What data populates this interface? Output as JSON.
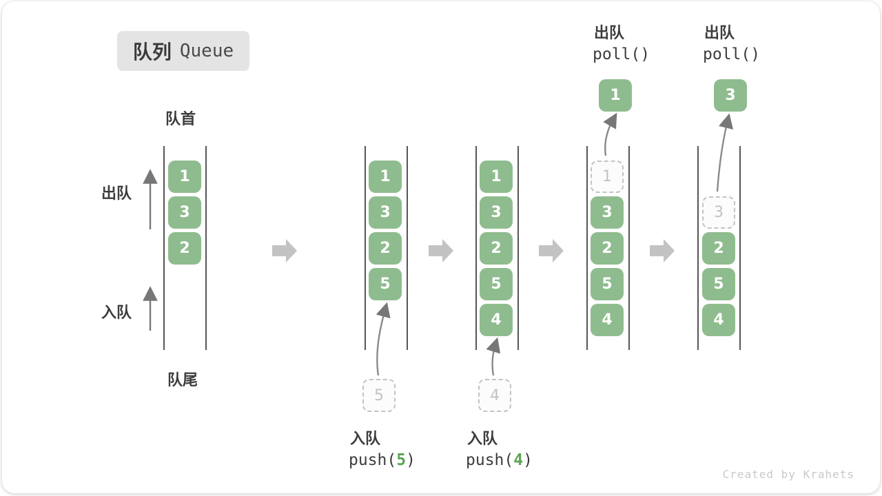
{
  "title": {
    "zh": "队列",
    "en": "Queue"
  },
  "side_labels": {
    "front": "队首",
    "rear": "队尾",
    "dequeue": "出队",
    "enqueue": "入队"
  },
  "watermark": "Created by Krahets",
  "colors": {
    "cell_green": "#8FBC8F",
    "code_arg_green": "#5BA554",
    "block_arrow_gray": "#C3C3C3",
    "small_arrow_gray": "#777777",
    "ghost_border_gray": "#C3C3C3",
    "badge_bg": "#E4E4E4",
    "text_dark": "#3C3C3C",
    "wall_gray": "#555555"
  },
  "steps": [
    {
      "cells": {
        "s1": "1",
        "s2": "3",
        "s3": "2"
      }
    },
    {
      "cells": {
        "s1": "1",
        "s2": "3",
        "s3": "2",
        "s4": "5"
      },
      "incoming": "5",
      "op": {
        "zh": "入队",
        "fn": "push(",
        "arg": "5",
        "close": ")"
      }
    },
    {
      "cells": {
        "s1": "1",
        "s2": "3",
        "s3": "2",
        "s4": "5",
        "s5": "4"
      },
      "incoming": "4",
      "op": {
        "zh": "入队",
        "fn": "push(",
        "arg": "4",
        "close": ")"
      }
    },
    {
      "cells": {
        "s2": "3",
        "s3": "2",
        "s4": "5",
        "s5": "4"
      },
      "ghost": "1",
      "out": "1",
      "op": {
        "zh": "出队",
        "fn": "poll()"
      }
    },
    {
      "cells": {
        "s3": "2",
        "s4": "5",
        "s5": "4"
      },
      "ghost": "3",
      "out": "3",
      "op": {
        "zh": "出队",
        "fn": "poll()"
      }
    }
  ]
}
